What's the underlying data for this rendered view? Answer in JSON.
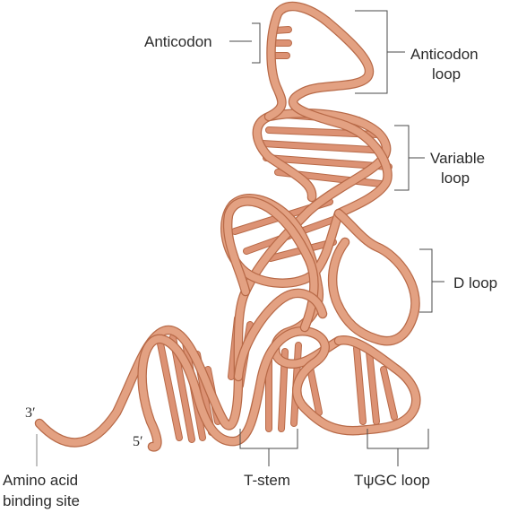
{
  "labels": {
    "anticodon": "Anticodon",
    "anticodon_loop_1": "Anticodon",
    "anticodon_loop_2": "loop",
    "variable_loop_1": "Variable",
    "variable_loop_2": "loop",
    "d_loop": "D loop",
    "t_stem": "T-stem",
    "tpsigc_loop": "TψGC loop",
    "amino_acid_1": "Amino acid",
    "amino_acid_2": "binding site",
    "three_prime": "3′",
    "five_prime": "5′"
  },
  "colors": {
    "strand": "#e3a182",
    "strand_edge": "#b86a48",
    "text": "#2b2b2b",
    "bracket": "#4a4a4a"
  }
}
